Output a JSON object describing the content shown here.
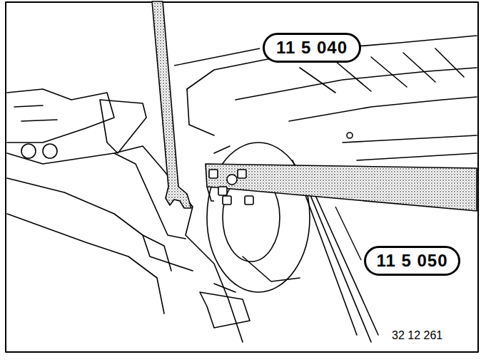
{
  "diagram": {
    "nodes": [
      {
        "text": [
          "11 5 040"
        ]
      },
      {
        "text": [
          "11 5 050"
        ]
      }
    ],
    "edges": [],
    "labels": [
      "32 12 261"
    ]
  }
}
